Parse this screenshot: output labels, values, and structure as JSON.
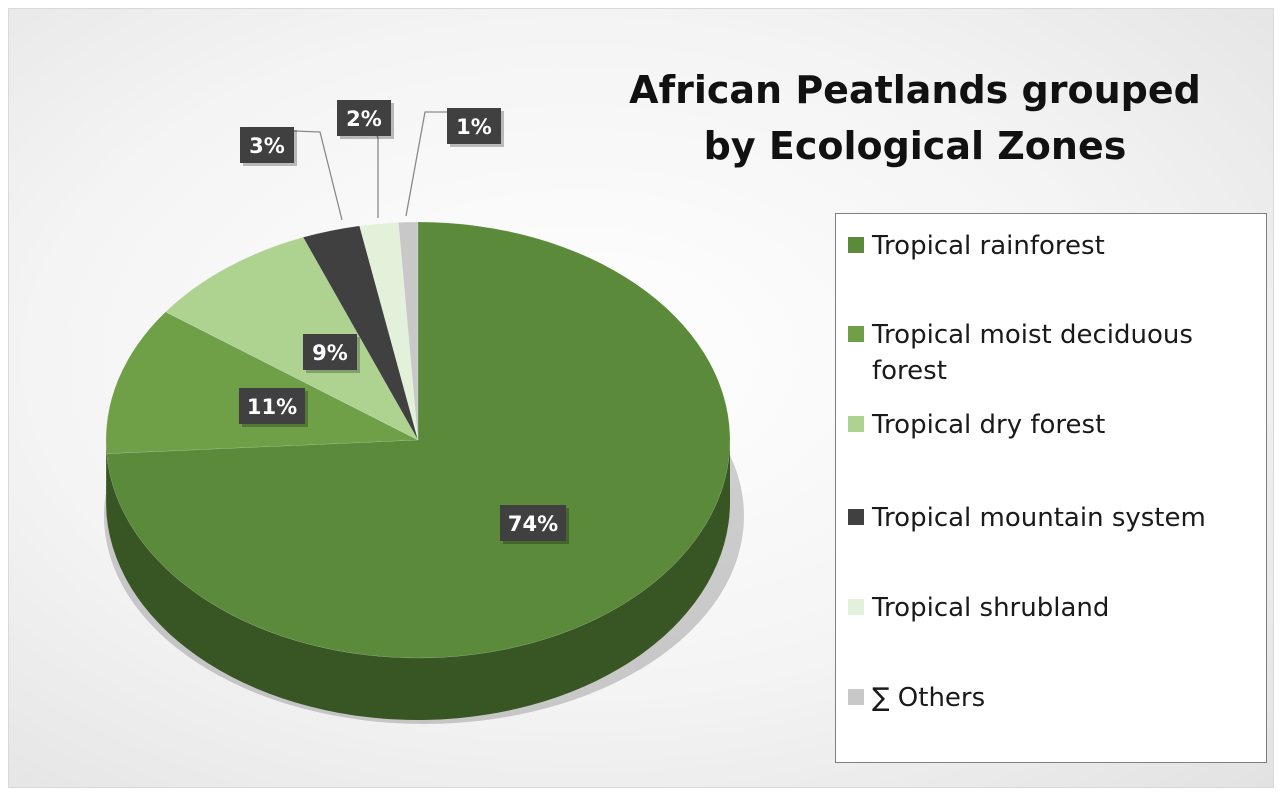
{
  "chart_data": {
    "type": "pie",
    "title": "African Peatlands grouped\nby Ecological Zones",
    "categories": [
      "Tropical rainforest",
      "Tropical moist deciduous forest",
      "Tropical dry forest",
      "Tropical mountain system",
      "Tropical shrubland",
      "∑ Others"
    ],
    "values": [
      74,
      11,
      9,
      3,
      2,
      1
    ],
    "data_labels": [
      "74%",
      "11%",
      "9%",
      "3%",
      "2%",
      "1%"
    ],
    "colors": [
      "#5b8a3a",
      "#6f9f47",
      "#aed391",
      "#404040",
      "#e4f1da",
      "#c8c8c8"
    ],
    "legend_position": "right",
    "style": "3d"
  }
}
